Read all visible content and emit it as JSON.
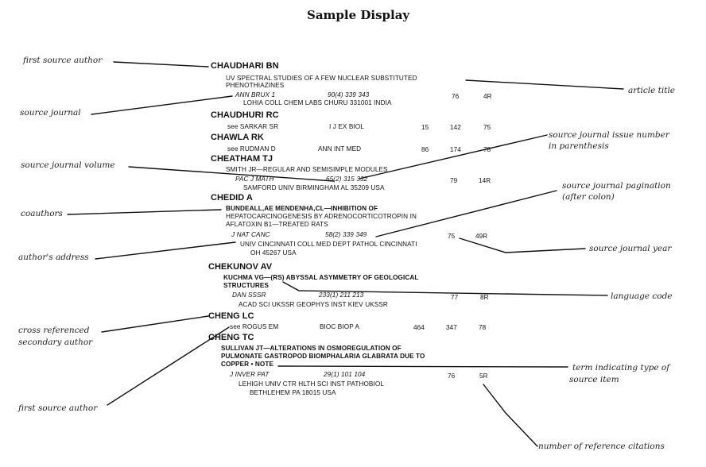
{
  "title": "Sample Display",
  "labels": {
    "first_source_author": "first source author",
    "source_journal": "source journal",
    "source_journal_volume": "source journal volume",
    "coauthors": "coauthors",
    "authors_address": "author's address",
    "cross_ref_1": "cross referenced",
    "cross_ref_2": "secondary author",
    "first_source_author_2": "first source author",
    "article_title": "article title",
    "issue_number_1": "source journal issue number",
    "issue_number_2": "in parenthesis",
    "pagination_1": "source journal pagination",
    "pagination_2": "(after colon)",
    "journal_year": "source journal year",
    "language_code": "language code",
    "term_type_1": "term indicating type of",
    "term_type_2": "source item",
    "ref_citations": "number of reference citations"
  },
  "entries": {
    "chaudhari_bn": {
      "author": "CHAUDHARI BN",
      "title_1": "UV SPECTRAL STUDIES OF A FEW NUCLEAR SUBSTITUTED",
      "title_2": "PHENOTHIAZINES",
      "journal": "ANN BRUX 1",
      "volume": "90(4) 339 343",
      "year": "76",
      "refs": "4R",
      "address": "LOHIA COLL CHEM LABS  CHURU 331001  INDIA"
    },
    "chaudhuri_rc": {
      "author": "CHAUDHURI RC",
      "see": "see SARKAR SR",
      "journal": "I J EX BIOL",
      "c1": "15",
      "c2": "142",
      "c3": "75"
    },
    "chawla_rk": {
      "author": "CHAWLA RK",
      "see": "see RUDMAN D",
      "journal": "ANN INT MED",
      "c1": "86",
      "c2": "174",
      "c3": "78"
    },
    "cheatham_tj": {
      "author": "CHEATHAM TJ",
      "title_1": "SMITH JR—REGULAR AND SEMISIMPLE MODULES",
      "journal": "PAC J MATH",
      "volume": "65(2) 315 332",
      "year": "79",
      "refs": "14R",
      "address": "SAMFORD UNIV  BIRMINGHAM  AL 35209  USA"
    },
    "chedid_a": {
      "author": "CHEDID A",
      "title_1": "BUNDEALL,AE   MENDENHA,CL—INHIBITION OF",
      "title_2": "HEPATOCARCINOGENESIS BY ADRENOCORTICOTROPIN IN",
      "title_3": "AFLATOXIN B1—TREATED RATS",
      "journal": "J NAT CANC",
      "volume": "58(2) 339 349",
      "year": "75",
      "refs": "49R",
      "address_1": "UNIV CINCINNATI  COLL MED  DEPT PATHOL  CINCINNATI",
      "address_2": "OH 45267  USA"
    },
    "chekunov_av": {
      "author": "CHEKUNOV AV",
      "title_1": "KUCHMA VG—(RS) ABYSSAL ASYMMETRY OF GEOLOGICAL",
      "title_2": "STRUCTURES",
      "journal": "DAN SSSR",
      "volume": "233(1) 211 213",
      "year": "77",
      "refs": "8R",
      "address": "ACAD SCI UKSSR  GEOPHYS INST  KIEV  UKSSR"
    },
    "cheng_lc": {
      "author": "CHENG LC",
      "see": "see ROGUS EM",
      "journal": "BIOC BIOP A",
      "c1": "464",
      "c2": "347",
      "c3": "78"
    },
    "cheng_tc": {
      "author": "CHENG TC",
      "title_1": "SULLIVAN JT—ALTERATIONS IN OSMOREGULATION OF",
      "title_2": "PULMONATE GASTROPOD BIOMPHALARIA GLABRATA DUE TO",
      "title_3": "COPPER •  NOTE",
      "journal": "J INVER PAT",
      "volume": "29(1) 101 104",
      "year": "76",
      "refs": "5R",
      "address_1": "LEHIGH UNIV CTR HLTH SCI INST PATHOBIOL",
      "address_2": "BETHLEHEM  PA 18015 USA"
    }
  }
}
